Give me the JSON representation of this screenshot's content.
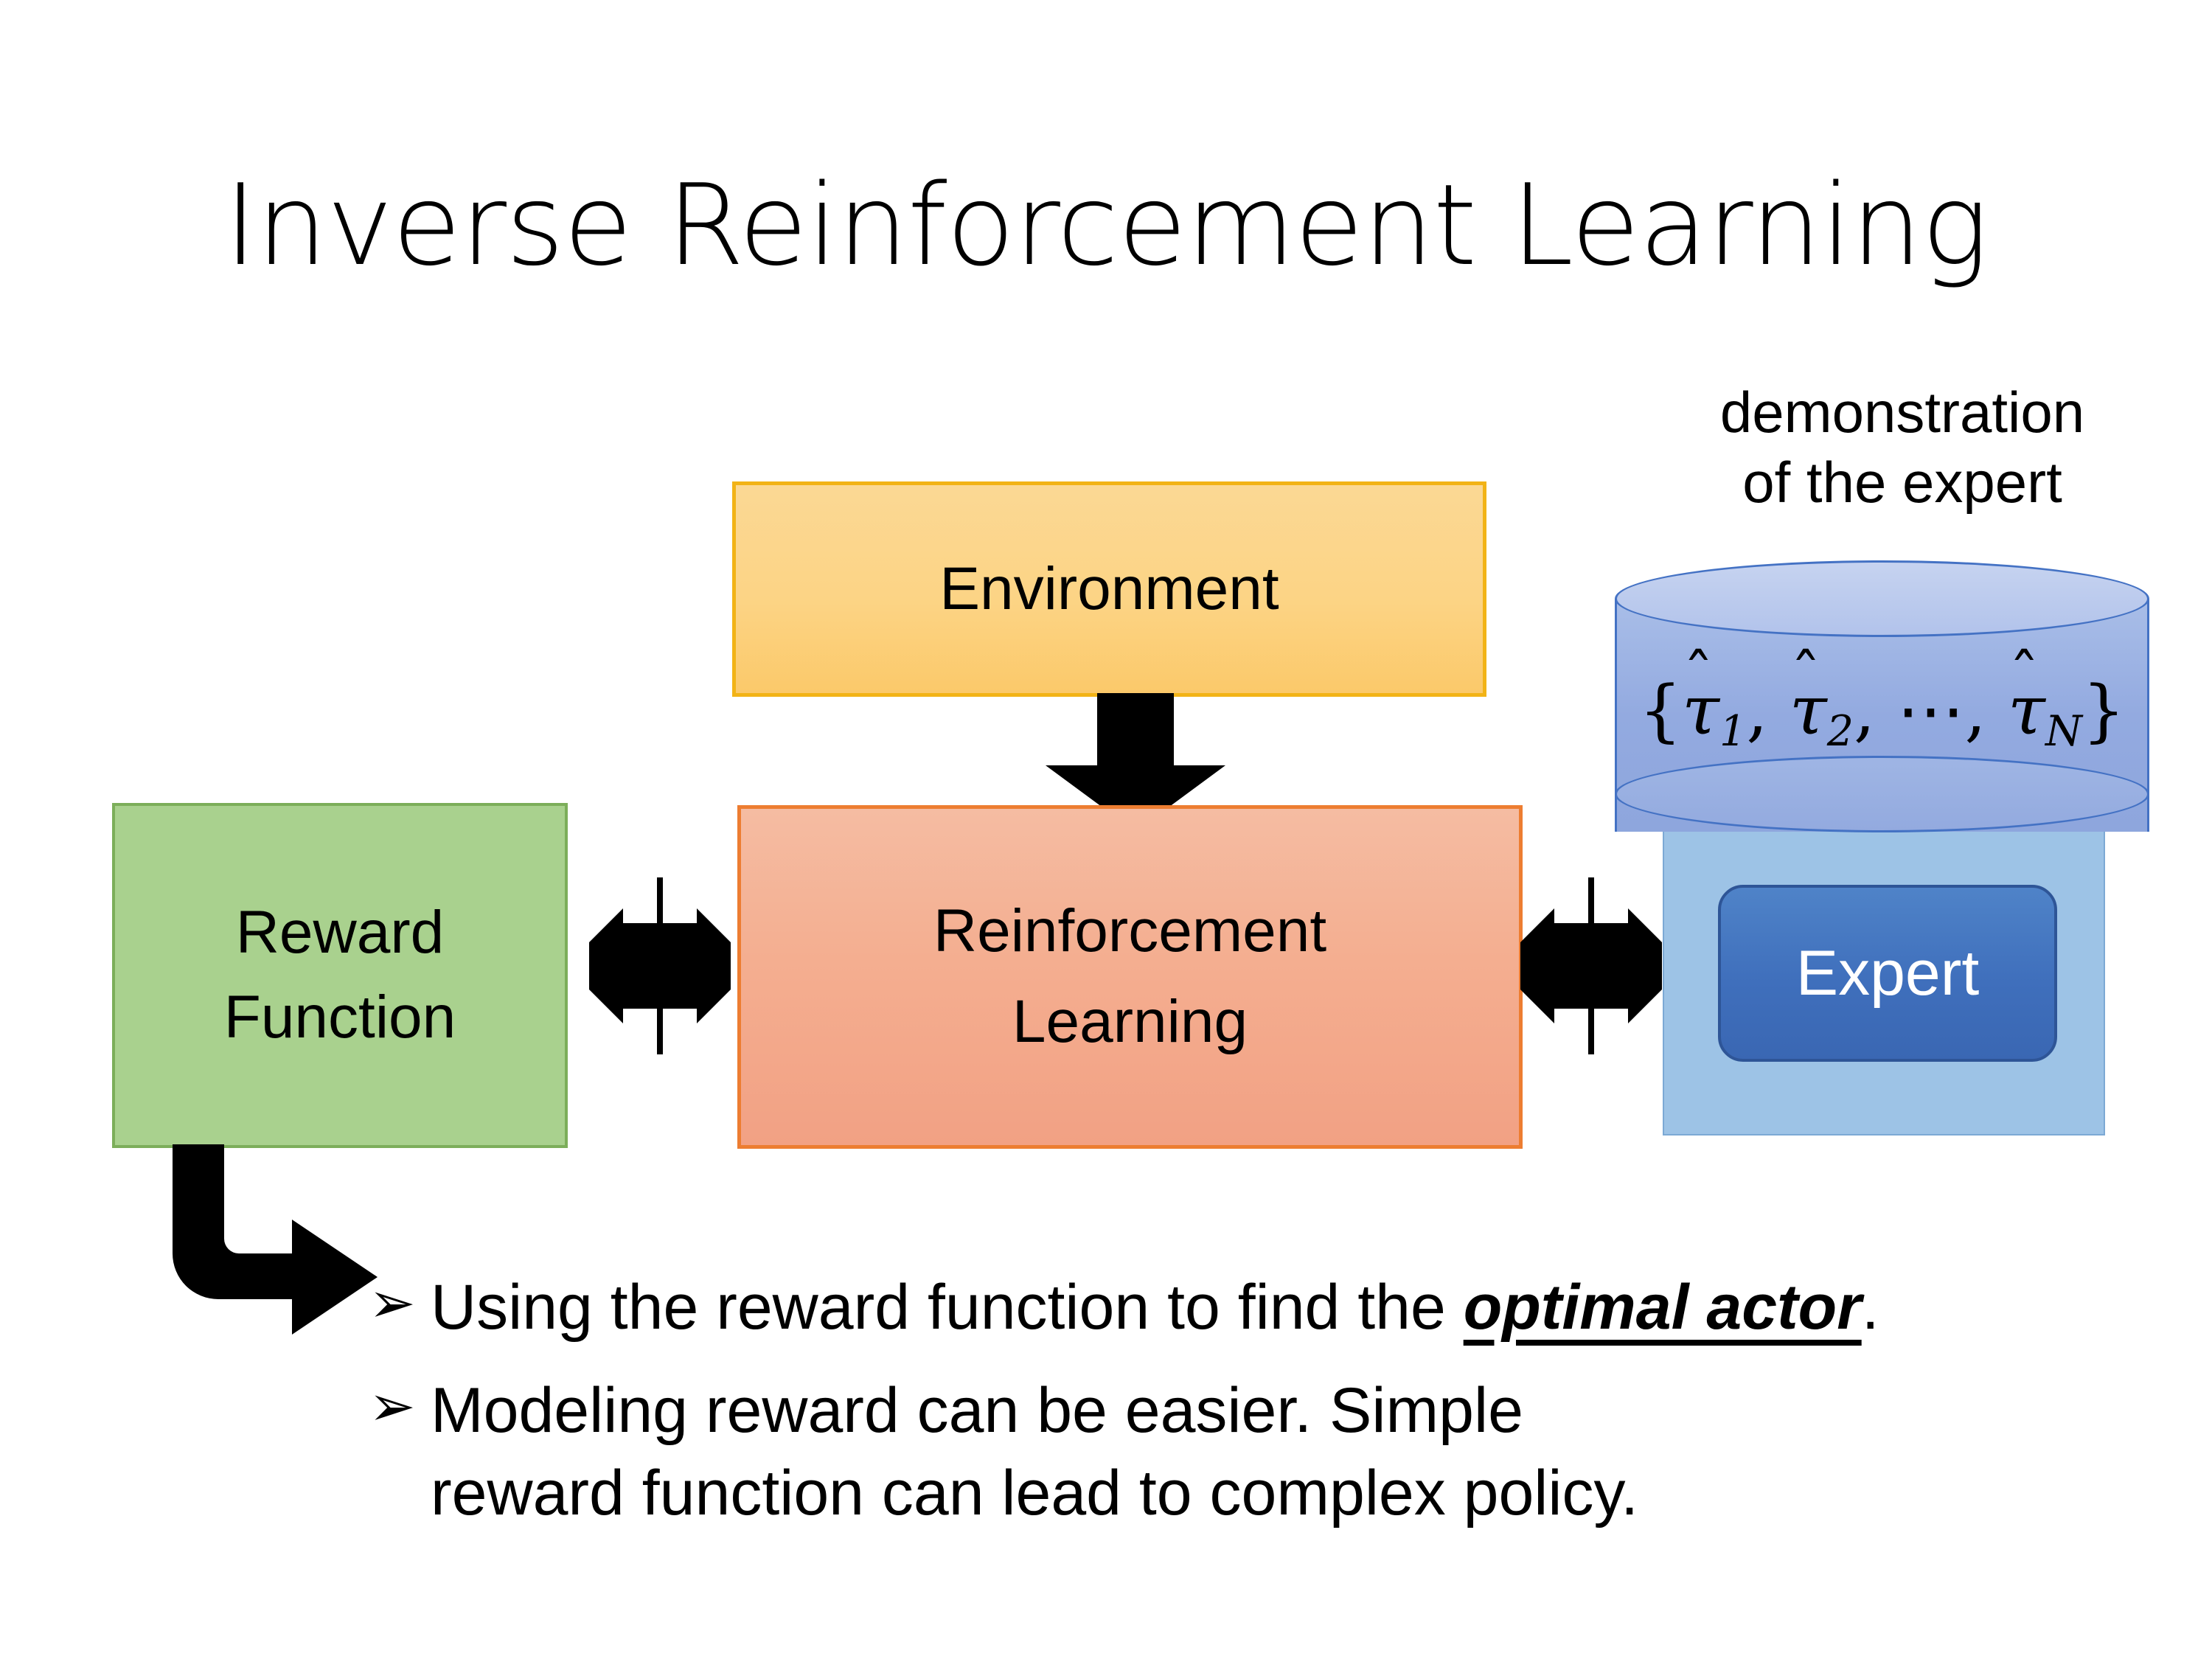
{
  "slide": {
    "title": "Inverse Reinforcement Learning",
    "background_color": "#FFFFFF"
  },
  "diagram": {
    "environment_box": {
      "label": "Environment",
      "fill_color": "#FCD485",
      "border_color": "#F2B316"
    },
    "rl_box": {
      "label_line1": "Reinforcement",
      "label_line2": "Learning",
      "fill_color": "#F4AE90",
      "border_color": "#ED7D31"
    },
    "reward_box": {
      "label_line1": "Reward",
      "label_line2": "Function",
      "fill_color": "#A9D18E",
      "border_color": "#7CAE5A"
    },
    "expert_cluster": {
      "caption_line1": "demonstration",
      "caption_line2": "of the expert",
      "panel_color": "#9DC3E6",
      "cylinder_color": "#93AAE0",
      "cylinder_border": "#4472C4",
      "expert_label": "Expert",
      "expert_fill": "#3F6FBC",
      "expert_border": "#2E5597",
      "expert_text_color": "#FFFFFF",
      "formula": {
        "open_brace": "{",
        "tau_symbol": "τ",
        "hat_symbol": "ˆ",
        "sub1": "1",
        "sub2": "2",
        "ellipsis": "⋯",
        "subN": "N",
        "comma": ",",
        "close_brace": "}",
        "plain_text": "{τ̂1, τ̂2, ⋯, τ̂N}"
      }
    },
    "connectors": {
      "env_to_rl": "down-arrow",
      "reward_to_rl": "quad-arrow",
      "rl_to_expert": "quad-arrow",
      "reward_to_bullets": "bent-arrow",
      "arrow_color": "#000000"
    }
  },
  "bullets": {
    "marker": "➢",
    "items": [
      {
        "pre": "Using the reward function to find the ",
        "emphasis": "optimal actor",
        "post": "."
      },
      {
        "pre": "Modeling reward can be easier. Simple reward function can lead to complex policy.",
        "emphasis": "",
        "post": ""
      }
    ]
  }
}
